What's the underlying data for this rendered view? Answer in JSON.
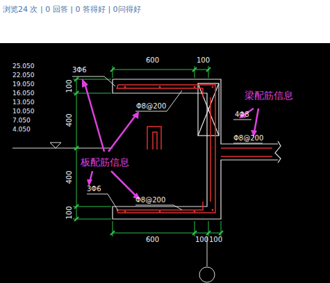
{
  "diagram": {
    "labels": [
      "浏览24 次 | 0 回答 | 0 答得好 | 0问得好",
      "25.050",
      "22.050",
      "19.050",
      "16.050",
      "13.050",
      "10.050",
      "7.050",
      "4.050",
      "600",
      "100",
      "100",
      "400",
      "400",
      "100",
      "600",
      "100",
      "100",
      "3Φ6",
      "Φ8@200",
      "4Φ8",
      "Φ8@200",
      "3Φ6",
      "Φ8@200",
      "梁配筋信息",
      "板配筋信息"
    ]
  }
}
